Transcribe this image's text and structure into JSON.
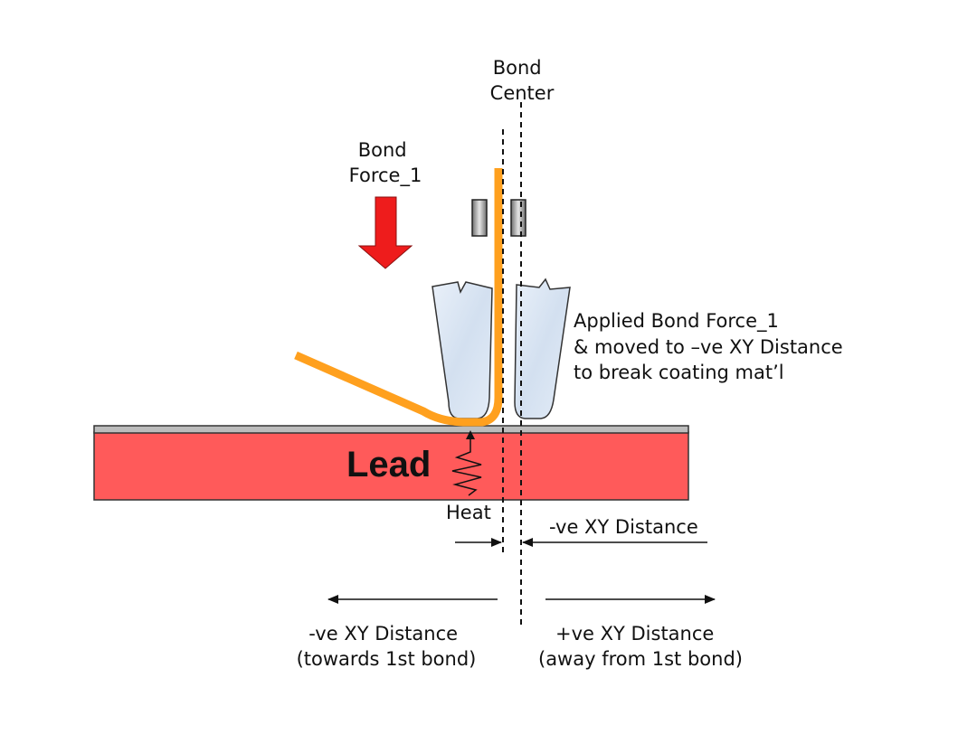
{
  "labels": {
    "bond_center": [
      "Bond",
      "Center"
    ],
    "bond_force": [
      "Bond",
      "Force_1"
    ],
    "applied_note": [
      "Applied Bond Force_1",
      "& moved to –ve XY Distance",
      "to break coating mat’l"
    ],
    "lead": "Lead",
    "heat": "Heat",
    "offset_label": "-ve XY Distance",
    "neg_direction": [
      "-ve XY Distance",
      "(towards 1st bond)"
    ],
    "pos_direction": [
      "+ve XY Distance",
      "(away from 1st bond)"
    ]
  },
  "colors": {
    "lead_fill": "#ff5a5a",
    "coating": "#bcbcbc",
    "wire": "#ffa01e",
    "force_arrow": "#ee1c1c",
    "capillary": "#dde8f5",
    "clamp": "#9a9a9a"
  },
  "icons": {
    "force": "down-arrow-icon",
    "heat": "zigzag-heat-icon"
  }
}
